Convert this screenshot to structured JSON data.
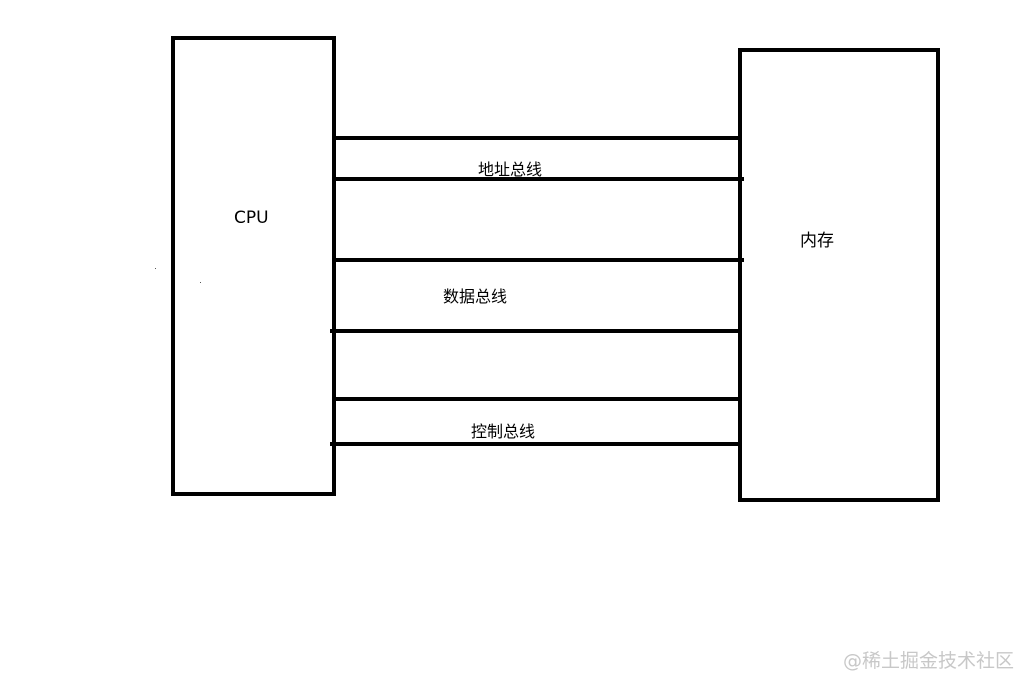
{
  "cpu": {
    "label": "CPU"
  },
  "memory": {
    "label": "内存"
  },
  "buses": {
    "address": "地址总线",
    "data": "数据总线",
    "control": "控制总线"
  },
  "watermark": "@稀土掘金技术社区",
  "colors": {
    "stroke": "#000000",
    "background": "#ffffff",
    "watermark": "#c8c8c8"
  }
}
